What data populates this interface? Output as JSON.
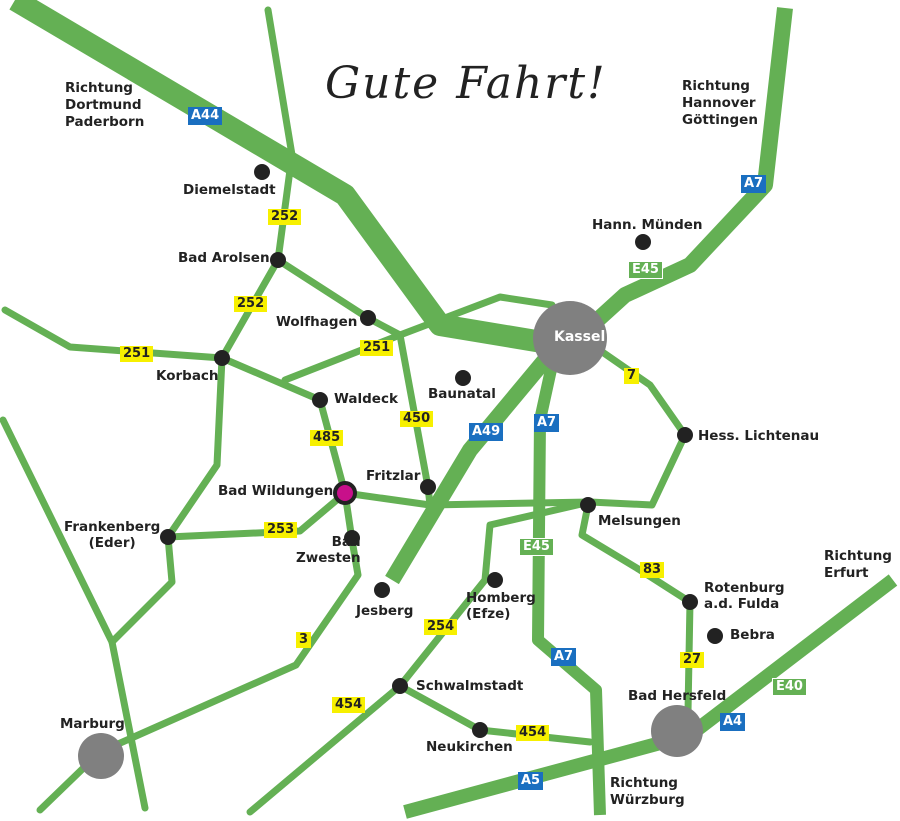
{
  "title": "Gute Fahrt!",
  "directions": {
    "northwest": [
      "Richtung",
      "Dortmund",
      "Paderborn"
    ],
    "northeast": [
      "Richtung",
      "Hannover",
      "Göttingen"
    ],
    "east": [
      "Richtung",
      "Erfurt"
    ],
    "south": [
      "Richtung",
      "Würzburg"
    ]
  },
  "motorways": {
    "a44": "A44",
    "a7_north": "A7",
    "a49": "A49",
    "a7_mid": "A7",
    "a7_south": "A7",
    "a4": "A4",
    "a5": "A5"
  },
  "european_routes": {
    "e45_north": "E45",
    "e45_south": "E45",
    "e40": "E40"
  },
  "federal_roads": {
    "r252a": "252",
    "r252b": "252",
    "r251a": "251",
    "r251b": "251",
    "r485": "485",
    "r450": "450",
    "r253": "253",
    "r3": "3",
    "r254": "254",
    "r454a": "454",
    "r454b": "454",
    "r7": "7",
    "r83": "83",
    "r27": "27"
  },
  "places": {
    "kassel": "Kassel",
    "marburg": "Marburg",
    "bad_hersfeld": "Bad Hersfeld",
    "bad_wildungen": "Bad Wildungen",
    "diemelstadt": "Diemelstadt",
    "bad_arolsen": "Bad Arolsen",
    "wolfhagen": "Wolfhagen",
    "korbach": "Korbach",
    "waldeck": "Waldeck",
    "baunatal": "Baunatal",
    "fritzlar": "Fritzlar",
    "frankenberg": [
      "Frankenberg",
      "(Eder)"
    ],
    "bad_zwesten": [
      "Bad",
      "Zwesten"
    ],
    "jesberg": "Jesberg",
    "hann_muenden": "Hann. Münden",
    "hess_lichtenau": "Hess. Lichtenau",
    "melsungen": "Melsungen",
    "homberg": [
      "Homberg",
      "(Efze)"
    ],
    "rotenburg": [
      "Rotenburg",
      "a.d. Fulda"
    ],
    "bebra": "Bebra",
    "schwalmstadt": "Schwalmstadt",
    "neukirchen": "Neukirchen"
  },
  "colors": {
    "road": "#64b054",
    "motorway_badge": "#1a6fc0",
    "road_badge": "#f7f000",
    "city": "#808080",
    "highlight": "#c8108a"
  }
}
